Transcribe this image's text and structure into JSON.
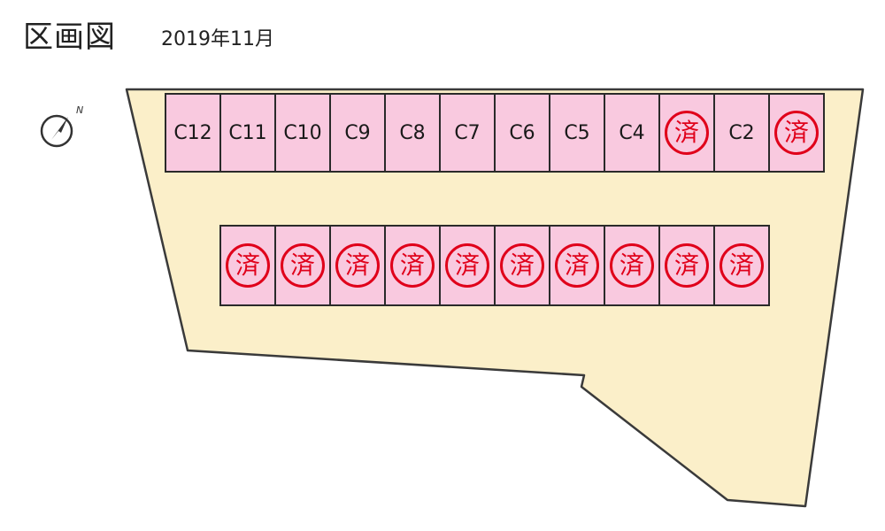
{
  "title": "区画図",
  "date": "2019年11月",
  "compass": {
    "north_label": "N",
    "icon": "north-arrow-icon"
  },
  "colors": {
    "lot": "#fbefc9",
    "space": "#f9c9df",
    "stamp": "#e0001a",
    "outline": "#2a2a2a"
  },
  "stamp_text": "済",
  "row_top": [
    {
      "label": "C12",
      "status": "available"
    },
    {
      "label": "C11",
      "status": "available"
    },
    {
      "label": "C10",
      "status": "available"
    },
    {
      "label": "C9",
      "status": "available"
    },
    {
      "label": "C8",
      "status": "available"
    },
    {
      "label": "C7",
      "status": "available"
    },
    {
      "label": "C6",
      "status": "available"
    },
    {
      "label": "C5",
      "status": "available"
    },
    {
      "label": "C4",
      "status": "available"
    },
    {
      "label": "",
      "status": "contracted"
    },
    {
      "label": "C2",
      "status": "available"
    },
    {
      "label": "",
      "status": "contracted"
    }
  ],
  "row_bottom": [
    {
      "label": "",
      "status": "contracted"
    },
    {
      "label": "",
      "status": "contracted"
    },
    {
      "label": "",
      "status": "contracted"
    },
    {
      "label": "",
      "status": "contracted"
    },
    {
      "label": "",
      "status": "contracted"
    },
    {
      "label": "",
      "status": "contracted"
    },
    {
      "label": "",
      "status": "contracted"
    },
    {
      "label": "",
      "status": "contracted"
    },
    {
      "label": "",
      "status": "contracted"
    },
    {
      "label": "",
      "status": "contracted"
    }
  ]
}
